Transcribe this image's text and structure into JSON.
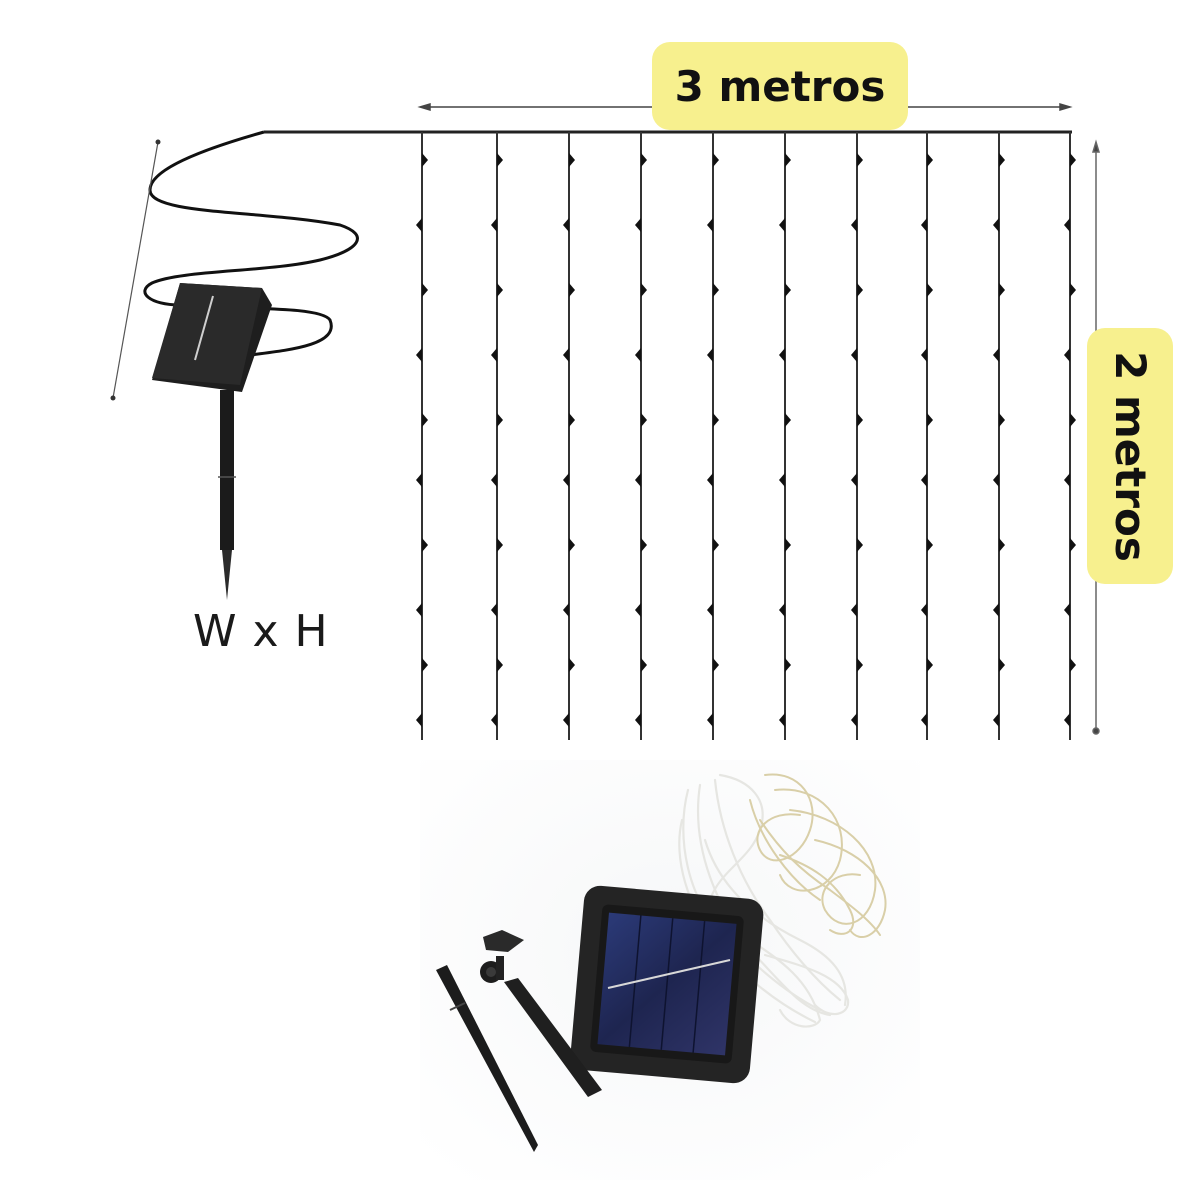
{
  "dimensions": {
    "width_label": "3 metros",
    "height_label": "2 metros",
    "notation": "W x H"
  },
  "diagram": {
    "strand_count": 10,
    "strand_x": [
      422,
      497,
      569,
      641,
      713,
      785,
      857,
      927,
      999,
      1070
    ],
    "bead_y": [
      160,
      225,
      290,
      355,
      420,
      480,
      545,
      610,
      665,
      720
    ],
    "colors": {
      "label_bg": "#f7f08e",
      "line": "#222222",
      "background": "#ffffff"
    }
  },
  "product_photo": {
    "items": [
      "ground-stake",
      "stake-with-mount",
      "solar-panel",
      "led-wire-bundle"
    ]
  }
}
